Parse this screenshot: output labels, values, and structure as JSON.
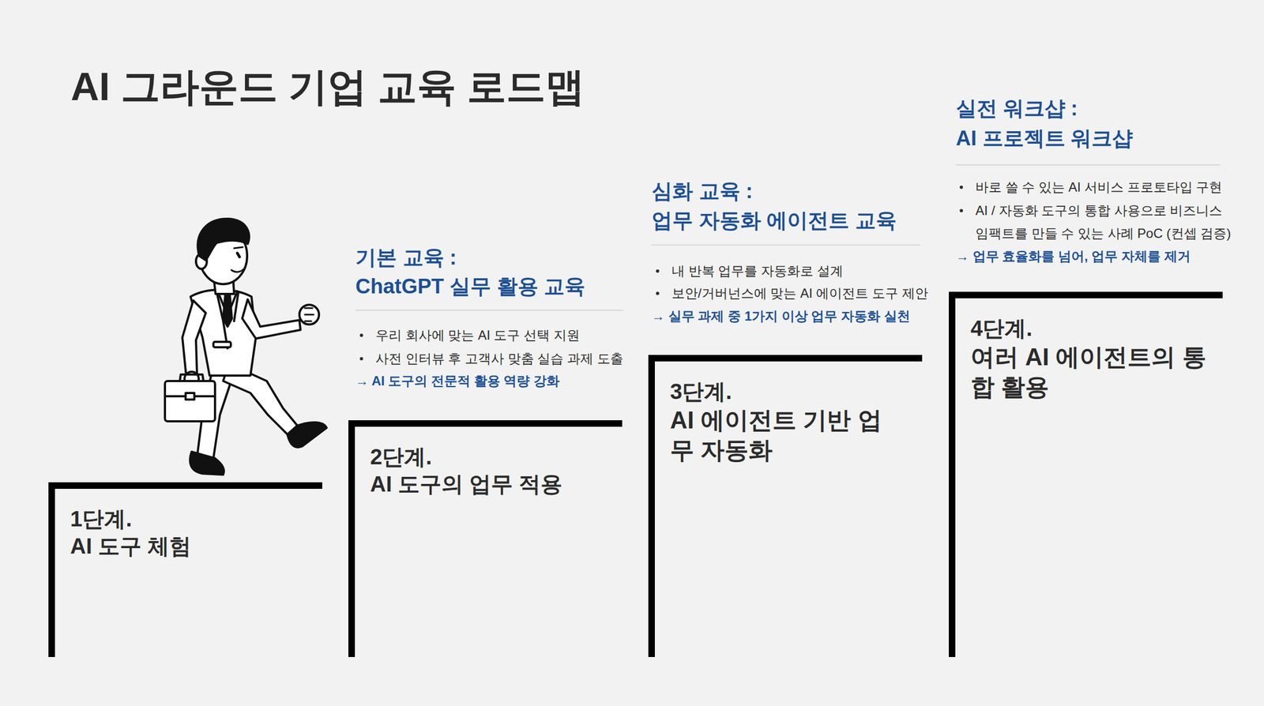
{
  "diagram": {
    "title": "AI 그라운드 기업 교육 로드맵",
    "nodes": [
      {
        "text": [
          "1단계.",
          "AI 도구 체험"
        ]
      },
      {
        "text": [
          "2단계.",
          "AI 도구의 업무 적용"
        ]
      },
      {
        "text": [
          "3단계.",
          "AI 에이전트 기반 업무 자동화"
        ]
      },
      {
        "text": [
          "4단계.",
          "여러 AI 에이전트의 통합 활용"
        ]
      }
    ],
    "labels": [
      "기본 교육 :",
      "ChatGPT 실무 활용 교육",
      "우리 회사에 맞는 AI 도구 선택 지원",
      "사전 인터뷰 후 고객사 맞춤 실습 과제 도출",
      "→ AI 도구의 전문적 활용 역량 강화",
      "심화 교육 :",
      "업무 자동화 에이전트 교육",
      "내 반복 업무를 자동화로 설계",
      "보안/거버넌스에 맞는 AI 에이전트 도구 제안",
      "→ 실무 과제 중 1가지 이상 업무 자동화 실천",
      "실전 워크샵 :",
      "AI 프로젝트 워크샵",
      "바로 쓸 수 있는 AI 서비스 프로토타입 구현",
      "AI / 자동화 도구의 통합 사용으로 비즈니스 임팩트를 만들 수 있는 사례 PoC (컨셉 검증)",
      "→ 업무 효율화를 넘어, 업무 자체를 제거"
    ]
  }
}
